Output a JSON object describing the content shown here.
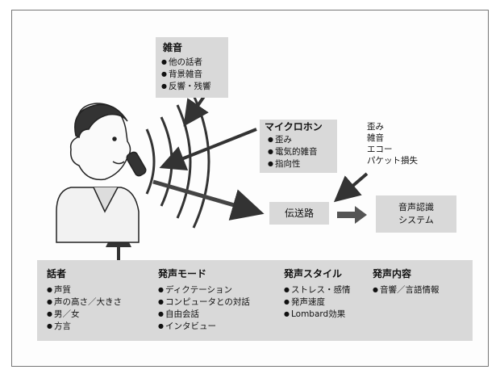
{
  "noise": {
    "title": "雑音",
    "items": [
      "他の話者",
      "背景雑音",
      "反響・残響"
    ]
  },
  "microphone": {
    "title": "マイクロホン",
    "items": [
      "歪み",
      "電気的雑音",
      "指向性"
    ]
  },
  "channel_effects": [
    "歪み",
    "雑音",
    "エコー",
    "パケット損失"
  ],
  "transmission": "伝送路",
  "recognizer": [
    "音声認識",
    "システム"
  ],
  "speaker": {
    "title": "話者",
    "items": [
      "声質",
      "声の高さ／大きさ",
      "男／女",
      "方言"
    ]
  },
  "speech_mode": {
    "title": "発声モード",
    "items": [
      "ディクテーション",
      "コンピュータとの対話",
      "自由会話",
      "インタビュー"
    ]
  },
  "speech_style": {
    "title": "発声スタイル",
    "items": [
      "ストレス・感情",
      "発声速度",
      "Lombard効果"
    ]
  },
  "speech_content": {
    "title": "発声内容",
    "items": [
      "音響／言語情報"
    ]
  }
}
